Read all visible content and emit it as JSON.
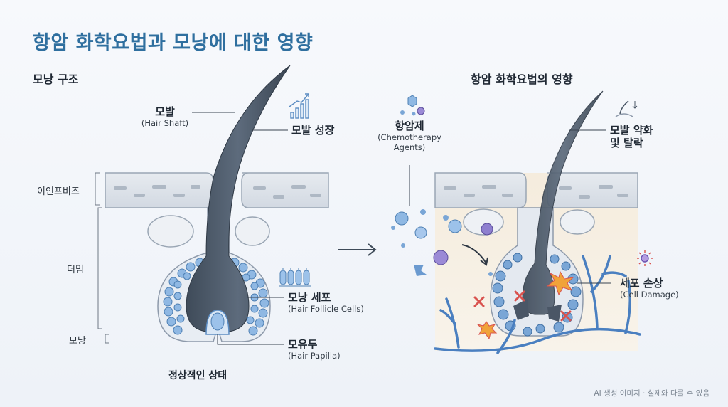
{
  "title": "항암 화학요법과 모낭에 대한 영향",
  "left": {
    "heading": "모낭 구조",
    "shaft": {
      "ko": "모발",
      "en": "(Hair Shaft)"
    },
    "growth": {
      "ko": "모발 성장"
    },
    "cells": {
      "ko": "모낭 세포",
      "en": "(Hair Follicle Cells)"
    },
    "papilla": {
      "ko": "모유두",
      "en": "(Hair Papilla)"
    },
    "layers": {
      "epidermis": "이인프비즈",
      "dermis": "더밈",
      "follicle": "모낭"
    },
    "caption": "정상적인 상태"
  },
  "right": {
    "heading": "항암 화학요법의 영향",
    "agents": {
      "ko": "항암제",
      "en1": "(Chemotherapy",
      "en2": "Agents)"
    },
    "weakening": {
      "ko1": "모발 약화",
      "ko2": "및 탈락"
    },
    "damage": {
      "ko": "세포 손상",
      "en": "(Cell Damage)"
    }
  },
  "footer": "AI 생성 이미지 · 실제와 다를 수 있음"
}
